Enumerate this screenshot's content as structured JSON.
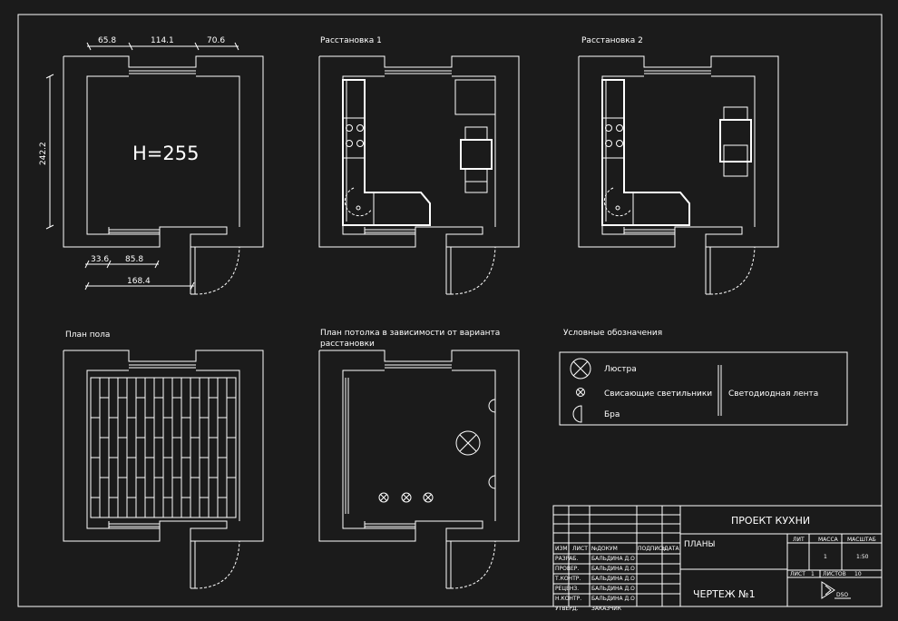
{
  "plans": {
    "plan_main": {
      "dim_top": [
        "65.8",
        "114.1",
        "70.6"
      ],
      "dim_side": "242.2",
      "dim_bottom_1": [
        "33.6",
        "85.8"
      ],
      "dim_bottom_2": "168.4",
      "height_label": "H=255"
    },
    "layout_1_title": "Расстановка 1",
    "layout_2_title": "Расстановка 2",
    "floor_title": "План пола",
    "ceiling_title_line1": "План потолка в зависимости от варианта",
    "ceiling_title_line2": "расстановки"
  },
  "legend": {
    "title": "Условные обозначения",
    "items": {
      "chandelier": "Люстра",
      "pendant": "Свисающие светильники",
      "sconce": "Бра",
      "led": "Светодиодная лента"
    }
  },
  "title_block": {
    "project": "ПРОЕКТ КУХНИ",
    "sheet_name": "ПЛАНЫ",
    "drawing": "ЧЕРТЕЖ №1",
    "col_izm": "ИЗМ",
    "col_list": "ЛИСТ",
    "col_doc": "№ДОКУМ",
    "col_sign": "ПОДПИСЬ",
    "col_date": "ДАТА",
    "roles": [
      "РАЗРАБ.",
      "ПРОВЕР.",
      "Т.КОНТР.",
      "РЕЦЕНЗ.",
      "Н.КОНТР.",
      "УТВЕРД."
    ],
    "names": [
      "БАЛЬДИНА Д.О",
      "БАЛЬДИНА Д.О",
      "БАЛЬДИНА Д.О",
      "БАЛЬДИНА Д.О",
      "БАЛЬДИНА Д.О",
      "ЗАКАЗЧИК"
    ],
    "lit_label": "ЛИТ",
    "mass_label": "МАССА",
    "scale_label": "МАСШТАБ",
    "mass_value": "1",
    "scale_value": "1:50",
    "sheet_label": "ЛИСТ",
    "sheet_value": "1",
    "sheets_label": "ЛИСТОВ",
    "sheets_value": "10",
    "logo_text": "DSO"
  }
}
